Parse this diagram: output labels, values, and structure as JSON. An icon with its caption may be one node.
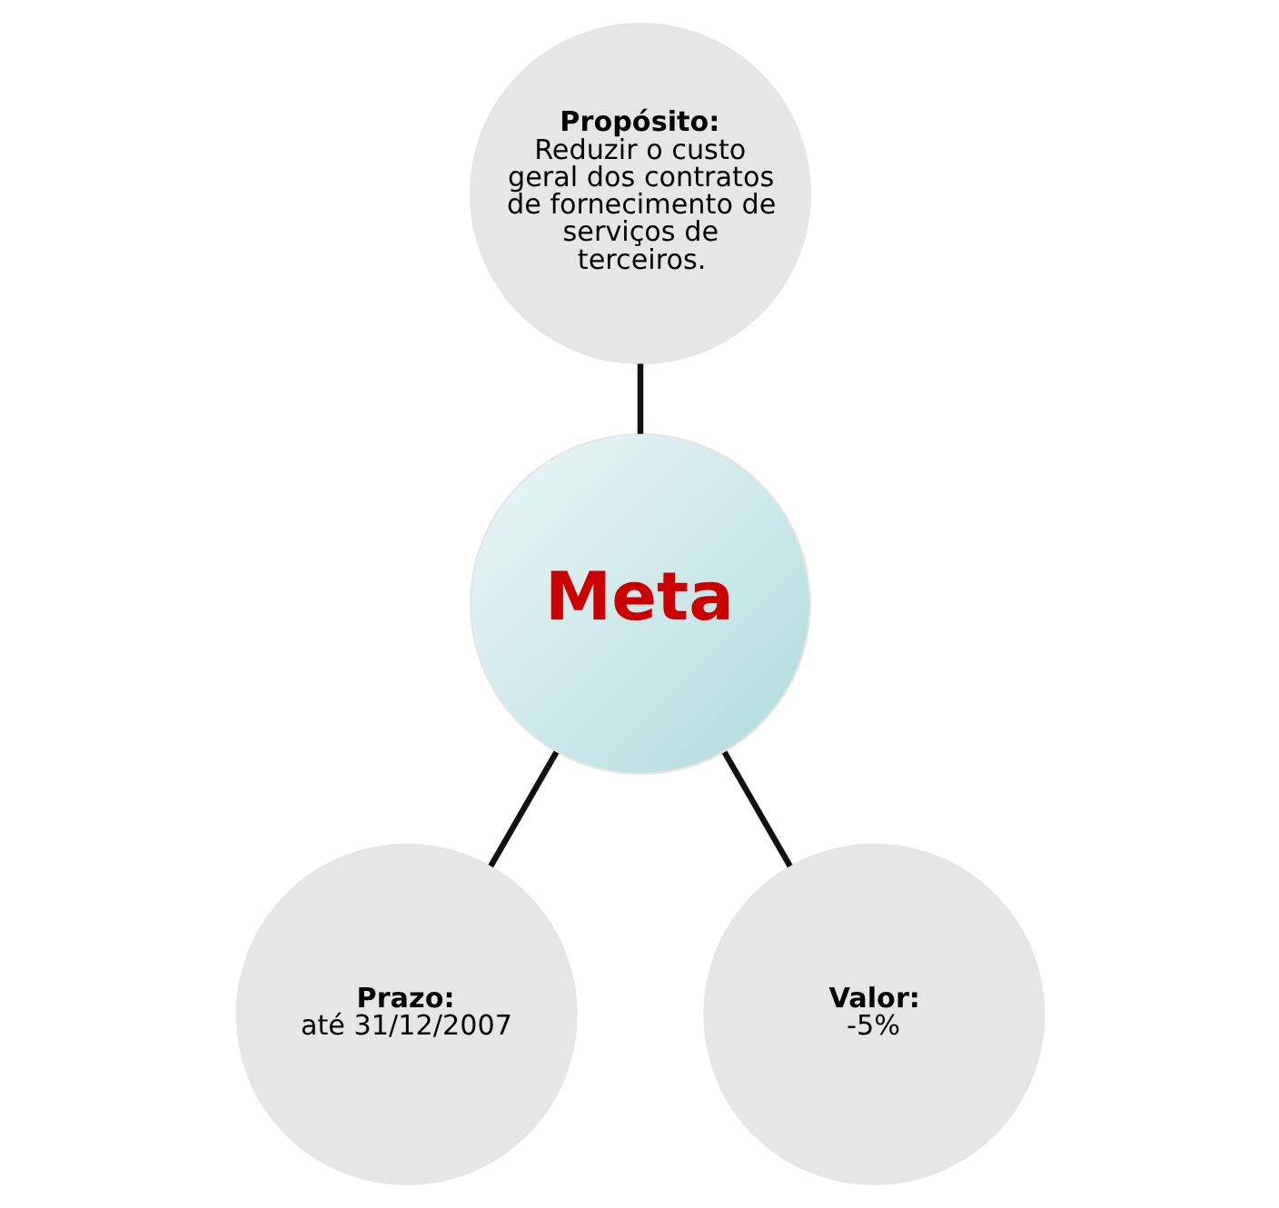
{
  "diagram": {
    "nodes": [
      {
        "text": [
          "Meta"
        ]
      },
      {
        "text": [
          "Propósito:",
          "Reduzir o custo geral dos contratos de fornecimento de serviços de terceiros."
        ]
      },
      {
        "text": [
          "Prazo:",
          "até 31/12/2007"
        ]
      },
      {
        "text": [
          "Valor:",
          "-5%"
        ]
      }
    ],
    "edges": [
      {
        "from": 1,
        "to": 0,
        "arrow": "none"
      },
      {
        "from": 0,
        "to": 2,
        "arrow": "none"
      },
      {
        "from": 0,
        "to": 3,
        "arrow": "none"
      }
    ]
  }
}
